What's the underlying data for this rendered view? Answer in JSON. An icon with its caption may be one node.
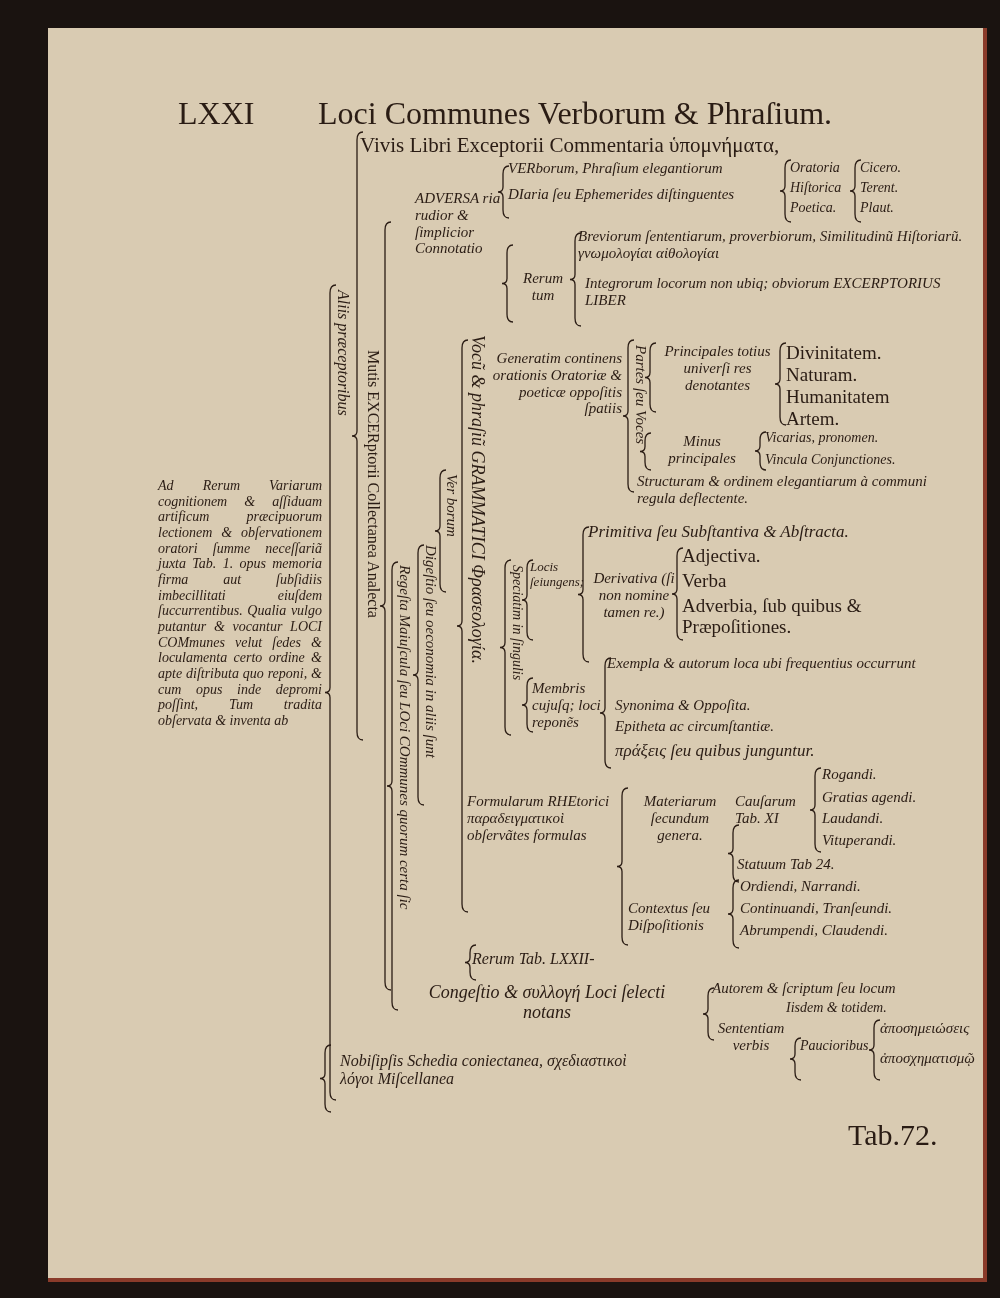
{
  "diagram": {
    "title": "Loci Communes Verborum & Phraſium.",
    "labels": [
      "LXXI",
      "Vivis Libri Exceptorii Commentaria ὑπομνήματα,",
      "VERborum, Phraſium elegantiorum",
      "ADVERSA ria rudior & ſimplicior Connotatio",
      "DIaria ſeu Ephemerides diſtinguentes",
      "Oratoria",
      "Hiſtorica",
      "Poetica.",
      "Cicero.",
      "Terent.",
      "Plaut.",
      "Breviorum ſententiarum, proverbiorum, Similitudinũ Hiſtoriarũ. γνωμολογίαι αἰθολογίαι",
      "Rerum tum",
      "Integrorum locorum non ubiq; obviorum EXCERPTORIUS LIBER",
      "Aliis præceptoribus",
      "Mutis EXCERptorii Collectanea Analecta",
      "Vocũ & phraſiũ GRAMMATICI Φρασεολογία.",
      "Generatim continens orationis Oratoriæ & poeticæ oppoſitis ſpatiis",
      "Partes ſeu Voces",
      "Principales totius univerſi res denotantes",
      "Divinitatem.",
      "Naturam.",
      "Humanitatem",
      "Artem.",
      "Minus principales",
      "Vicarias, pronomen.",
      "Vincula Conjunctiones.",
      "Structuram & ordinem elegantiarum à communi regula deflectente.",
      "Ad Rerum Variarum cognitionem & aſſiduam artificum præcipuorum lectionem & obſervationem oratori ſumme neceſſariã juxta Tab. 1. opus memoria firma aut ſubſidiis imbecillitati eiuſdem ſuccurrentibus. Qualia vulgo putantur & vocantur LOCI COMmunes velut ſedes & loculamenta certo ordine & apte diſtributa quo reponi, & cum opus inde depromi poſſint, Tum tradita obſervata & inventa ab",
      "Ver borum",
      "Digeſtio ſeu oeconomia in aliis ſunt",
      "Regeſta Maiuſcula ſeu LOci COmmunes quorum certa ſic",
      "Primitiva ſeu Subſtantiva & Abſtracta.",
      "Speciatim in ſingulis",
      "Locis ſeiungens;",
      "Derivativa (ſi non nomine tamen re.)",
      "Adjectiva.",
      "Verba",
      "Adverbia, ſub quibus & Præpoſitiones.",
      "Exempla & autorum loca ubi frequentius occurrunt",
      "Membris cujuſq; loci reponẽs",
      "Synonima & Oppoſita.",
      "Epitheta ac circumſtantiæ.",
      "πράξεις ſeu quibus junguntur.",
      "Formularum RHEtorici παραδειγματικοὶ obſervãtes formulas",
      "Materiarum ſecundum genera.",
      "Cauſarum Tab. XI",
      "Rogandi.",
      "Gratias agendi.",
      "Laudandi.",
      "Vituperandi.",
      "Statuum Tab 24.",
      "Contextus ſeu Diſpoſitionis",
      "Ordiendi, Narrandi.",
      "Continuandi, Tranſeundi.",
      "Abrumpendi, Claudendi.",
      "Rerum Tab. LXXII-",
      "Congeſtio & συλλογή Loci ſelecti notans",
      "Autorem & ſcriptum ſeu locum",
      "Iisdem & totidem.",
      "Sententiam verbis",
      "Paucioribus",
      "ἀποσημειώσεις",
      "ἀποσχηματισμῷ",
      "Nobiſipſis Schedia coniectanea, σχεδιαστικοὶ λόγοι Miſcellanea",
      "Tab.72."
    ]
  }
}
